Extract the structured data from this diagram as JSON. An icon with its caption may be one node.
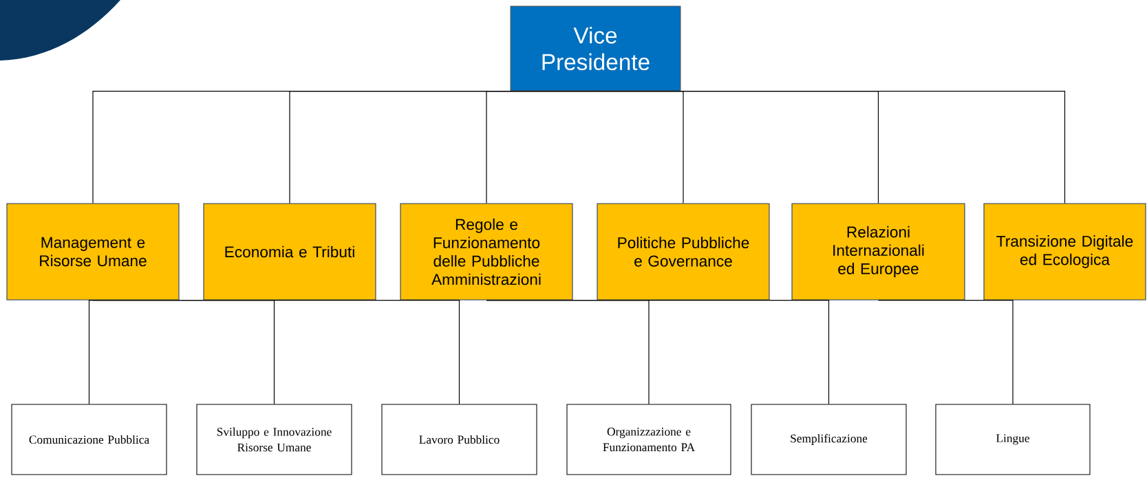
{
  "diagram": {
    "nodes": [
      {
        "text": [
          "Vice Presidente"
        ]
      },
      {
        "text": [
          "Management e Risorse Umane"
        ]
      },
      {
        "text": [
          "Economia e Tributi"
        ]
      },
      {
        "text": [
          "Regole e Funzionamento delle Pubbliche Amministrazioni"
        ]
      },
      {
        "text": [
          "Politiche Pubbliche e Governance"
        ]
      },
      {
        "text": [
          "Relazioni Internazionali ed Europee"
        ]
      },
      {
        "text": [
          "Transizione Digitale ed Ecologica"
        ]
      },
      {
        "text": [
          "Comunicazione Pubblica"
        ]
      },
      {
        "text": [
          "Sviluppo e Innovazione Risorse Umane"
        ]
      },
      {
        "text": [
          "Lavoro Pubblico"
        ]
      },
      {
        "text": [
          "Organizzazione e Funzionamento PA"
        ]
      },
      {
        "text": [
          "Semplificazione"
        ]
      },
      {
        "text": [
          "Lingue"
        ]
      }
    ],
    "edges": [
      {
        "from": 0,
        "to": 1,
        "arrow": "none"
      },
      {
        "from": 0,
        "to": 2,
        "arrow": "none"
      },
      {
        "from": 0,
        "to": 3,
        "arrow": "none"
      },
      {
        "from": 0,
        "to": 4,
        "arrow": "none"
      },
      {
        "from": 0,
        "to": 5,
        "arrow": "none"
      },
      {
        "from": 0,
        "to": 6,
        "arrow": "none"
      },
      {
        "from": 1,
        "to": 7,
        "arrow": "none"
      },
      {
        "from": 1,
        "to": 8,
        "arrow": "none"
      },
      {
        "from": 1,
        "to": 9,
        "arrow": "none"
      },
      {
        "from": 3,
        "to": 10,
        "arrow": "none"
      },
      {
        "from": 3,
        "to": 11,
        "arrow": "none"
      },
      {
        "from": 5,
        "to": 12,
        "arrow": "none"
      }
    ]
  }
}
